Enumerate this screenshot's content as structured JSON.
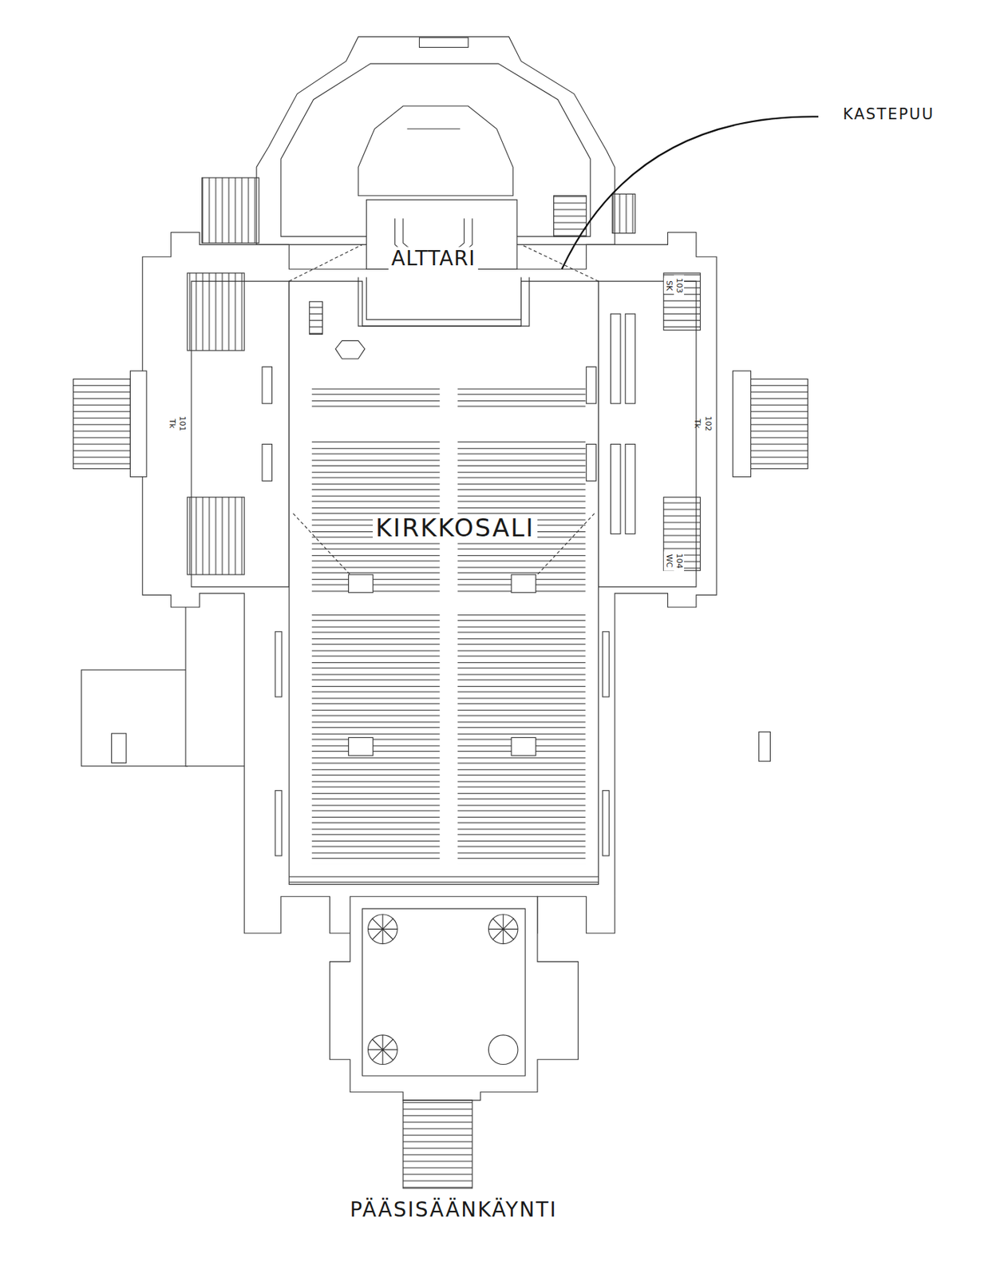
{
  "diagram": {
    "labels": [
      "KASTEPUU",
      "ALTTARI",
      "KIRKKOSALI",
      "101",
      "Tk",
      "102",
      "Tk",
      "103",
      "SK",
      "104",
      "WC",
      "PÄÄSISÄÄNKÄYNTI"
    ]
  }
}
